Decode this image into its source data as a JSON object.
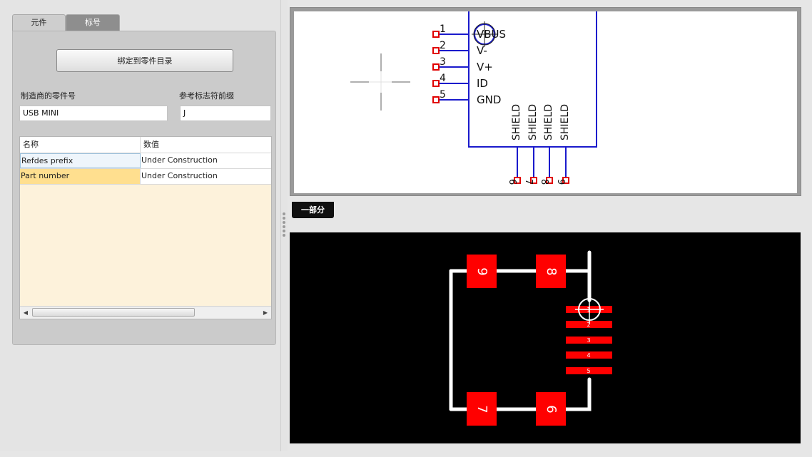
{
  "inspector": {
    "tabs": [
      {
        "label": "元件",
        "active": true
      },
      {
        "label": "标号",
        "active": false
      }
    ],
    "bind_button_label": "绑定到零件目录",
    "manufacturer_part_label": "制造商的零件号",
    "manufacturer_part_value": "USB MINI",
    "refdes_prefix_label": "参考标志符前缀",
    "refdes_prefix_value": "J",
    "grid": {
      "columns": [
        "名称",
        "数值"
      ],
      "rows": [
        {
          "name": "Refdes prefix",
          "value": "Under Construction"
        },
        {
          "name": "Part number",
          "value": "Under Construction"
        }
      ]
    }
  },
  "schematic": {
    "pins": [
      {
        "number": "1",
        "label": "VBUS"
      },
      {
        "number": "2",
        "label": "V-"
      },
      {
        "number": "3",
        "label": "V+"
      },
      {
        "number": "4",
        "label": "ID"
      },
      {
        "number": "5",
        "label": "GND"
      }
    ],
    "shield_pins": [
      {
        "number": "6",
        "label": "SHIELD"
      },
      {
        "number": "7",
        "label": "SHIELD"
      },
      {
        "number": "8",
        "label": "SHIELD"
      },
      {
        "number": "9",
        "label": "SHIELD"
      }
    ],
    "colors": {
      "body": "#1a1acc",
      "pin_end": "#e00000"
    }
  },
  "part_view_label": "一部分",
  "pcb": {
    "smd_pads": [
      "1",
      "2",
      "3",
      "4",
      "5"
    ],
    "mount_pads": [
      "6",
      "7",
      "8",
      "9"
    ],
    "colors": {
      "pad": "#ff0000",
      "outline": "#ffffff",
      "background": "#000000"
    }
  }
}
